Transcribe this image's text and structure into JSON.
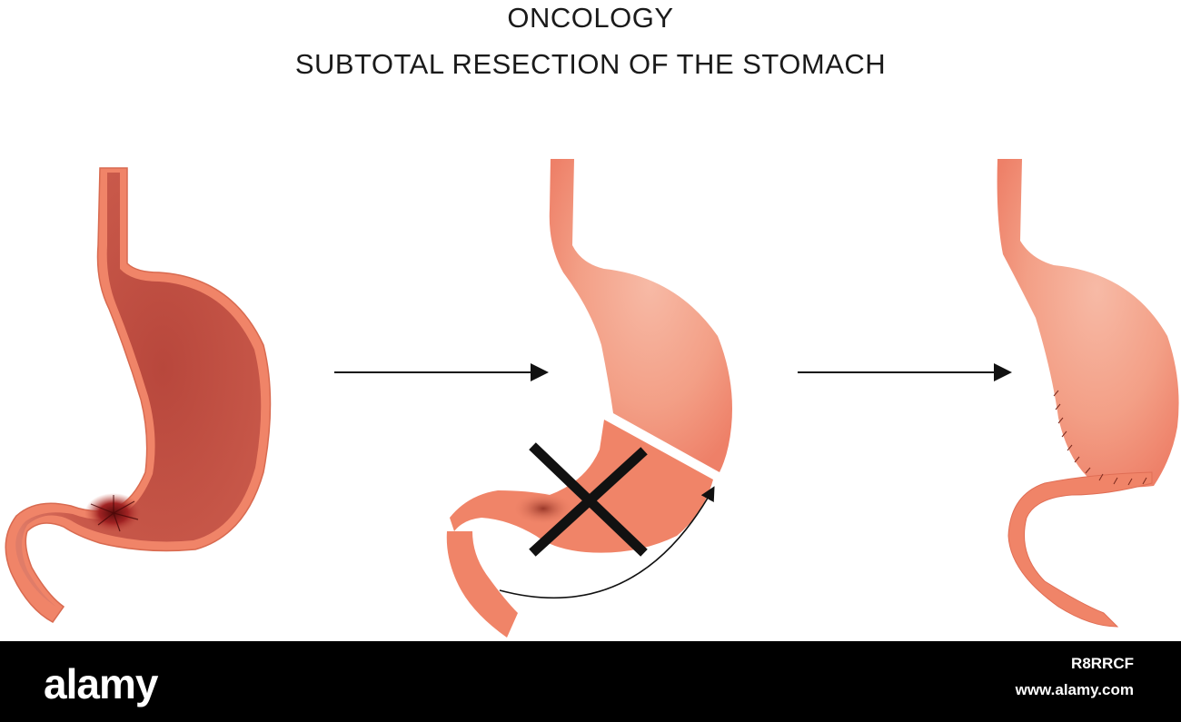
{
  "title": {
    "line1": "ONCOLOGY",
    "line2": "SUBTOTAL RESECTION OF THE STOMACH"
  },
  "footer": {
    "logo_text": "alamy",
    "image_id": "R8RRCF",
    "url": "www.alamy.com"
  },
  "colors": {
    "stomach_outer": "#f08468",
    "stomach_inner": "#d2614c",
    "stomach_light": "#f6b7a2",
    "tumor": "#8a1a1a",
    "arrow": "#111111",
    "footer_bg": "#000000"
  },
  "icons": [
    "stomach-with-tumor",
    "stomach-resection-cut",
    "stomach-after-resection",
    "process-arrow",
    "cross-mark"
  ]
}
